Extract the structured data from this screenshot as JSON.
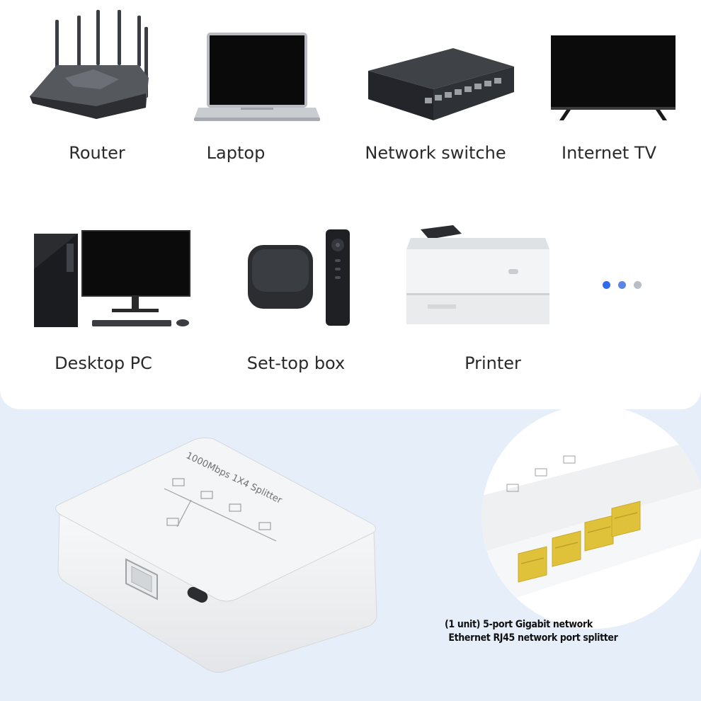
{
  "devices": {
    "router": {
      "label": "Router",
      "icon": "router-icon"
    },
    "laptop": {
      "label": "Laptop",
      "icon": "laptop-icon"
    },
    "switch": {
      "label": "Network switche",
      "icon": "network-switch-icon"
    },
    "tv": {
      "label": "Internet TV",
      "icon": "tv-icon"
    },
    "desktop": {
      "label": "Desktop PC",
      "icon": "desktop-pc-icon"
    },
    "settop": {
      "label": "Set-top box",
      "icon": "set-top-box-icon"
    },
    "printer": {
      "label": "Printer",
      "icon": "printer-icon"
    }
  },
  "pager": {
    "total": 3,
    "colors": [
      "#2f6bf0",
      "#5b86e8",
      "#b8bec8"
    ]
  },
  "product": {
    "splitter_label": "1000Mbps 1X4 Splitter",
    "caption_line1": "(1 unit) 5-port Gigabit network",
    "caption_line2": "Ethernet RJ45 network port splitter"
  },
  "colors": {
    "background": "#e6eefa",
    "panel": "#ffffff",
    "port_gold": "#e8c73a"
  }
}
